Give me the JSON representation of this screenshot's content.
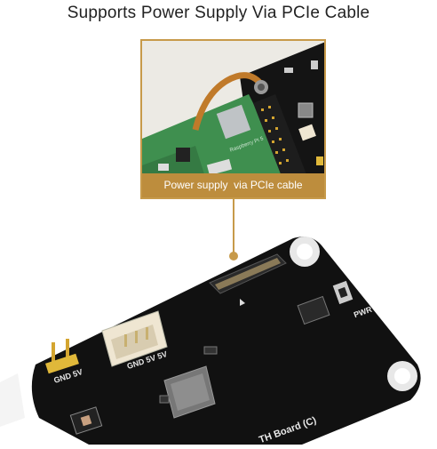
{
  "heading": "Supports Power Supply Via PCIe Cable",
  "inset": {
    "caption": "Power supply  via PCIe cable",
    "pi_label": "Raspberry Pi 5"
  },
  "board": {
    "silk_gnd5v_left": "GND 5V",
    "silk_gnd5v5v": "GND 5V 5V",
    "silk_pwr": "PWR",
    "silk_name": "TH Board (C)"
  },
  "colors": {
    "accent": "#c79a4a",
    "caption_bg": "#bd8d3d",
    "pcb": "#111111",
    "pi_green": "#3f8f4f"
  }
}
